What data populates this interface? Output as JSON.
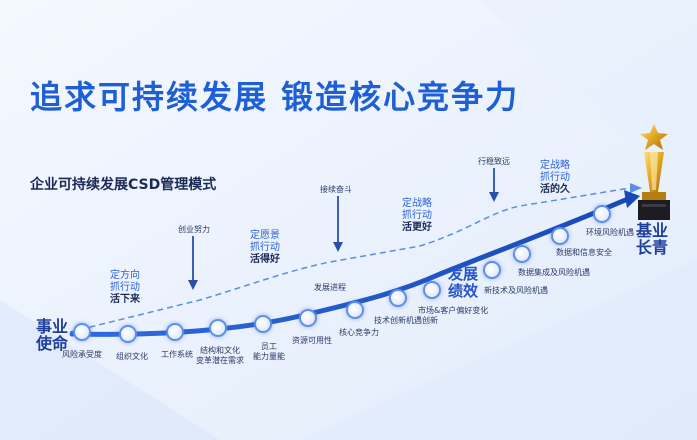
{
  "title": "追求可持续发展  锻造核心竞争力",
  "subtitle": "企业可持续发展CSD管理模式",
  "left_label": [
    "事业",
    "使命"
  ],
  "right_label": [
    "基业",
    "长青"
  ],
  "left_phase": [
    "发展",
    "绩效"
  ],
  "stages": [
    {
      "line1": "定方向",
      "line2": "抓行动",
      "line3": "活下来"
    },
    {
      "line1": "定愿景",
      "line2": "抓行动",
      "line3": "活得好"
    },
    {
      "line1": "定战略",
      "line2": "抓行动",
      "line3": "活更好"
    },
    {
      "line1": "定战略",
      "line2": "抓行动",
      "line3": "活的久"
    }
  ],
  "annotations": [
    "创业努力",
    "接续奋斗",
    "行稳致远"
  ],
  "nodes": [
    "风险承受度",
    "组织文化",
    "工作系统",
    "结构和文化\n变革潜在需求",
    "员工\n能力量能",
    "资源可用性",
    "核心竞争力",
    "技术创新机遇创新",
    "市场&客户偏好变化",
    "新技术及风险机遇",
    "数据集成及风险机遇",
    "数据和信息安全",
    "环境风险机遇"
  ],
  "process_label": "发展进程",
  "colors": {
    "accent": "#1f5fd6",
    "curve": "#2f6be0",
    "dashed": "#5a8de8"
  }
}
